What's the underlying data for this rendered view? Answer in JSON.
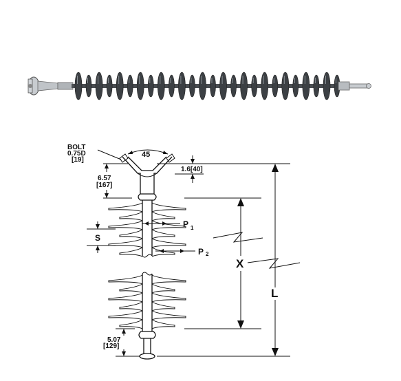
{
  "photo": {
    "shed_count": 26,
    "shed_color": "#3c4044",
    "metal_color": "#b8bcc0"
  },
  "drawing": {
    "bolt": {
      "line1": "BOLT",
      "line2": "0.75D",
      "line3": "[19]"
    },
    "angle": "45",
    "top_offset": "1.6[40]",
    "top_fitting": {
      "line1": "6.57",
      "line2": "[167]"
    },
    "p1": "P",
    "p1_sub": "1",
    "spacing": "S",
    "p2": "P",
    "p2_sub": "2",
    "x_dim": "X",
    "l_dim": "L",
    "bottom_fitting": {
      "line1": "5.07",
      "line2": "[129]"
    },
    "upper_shed_count": 5,
    "lower_shed_count": 5
  }
}
